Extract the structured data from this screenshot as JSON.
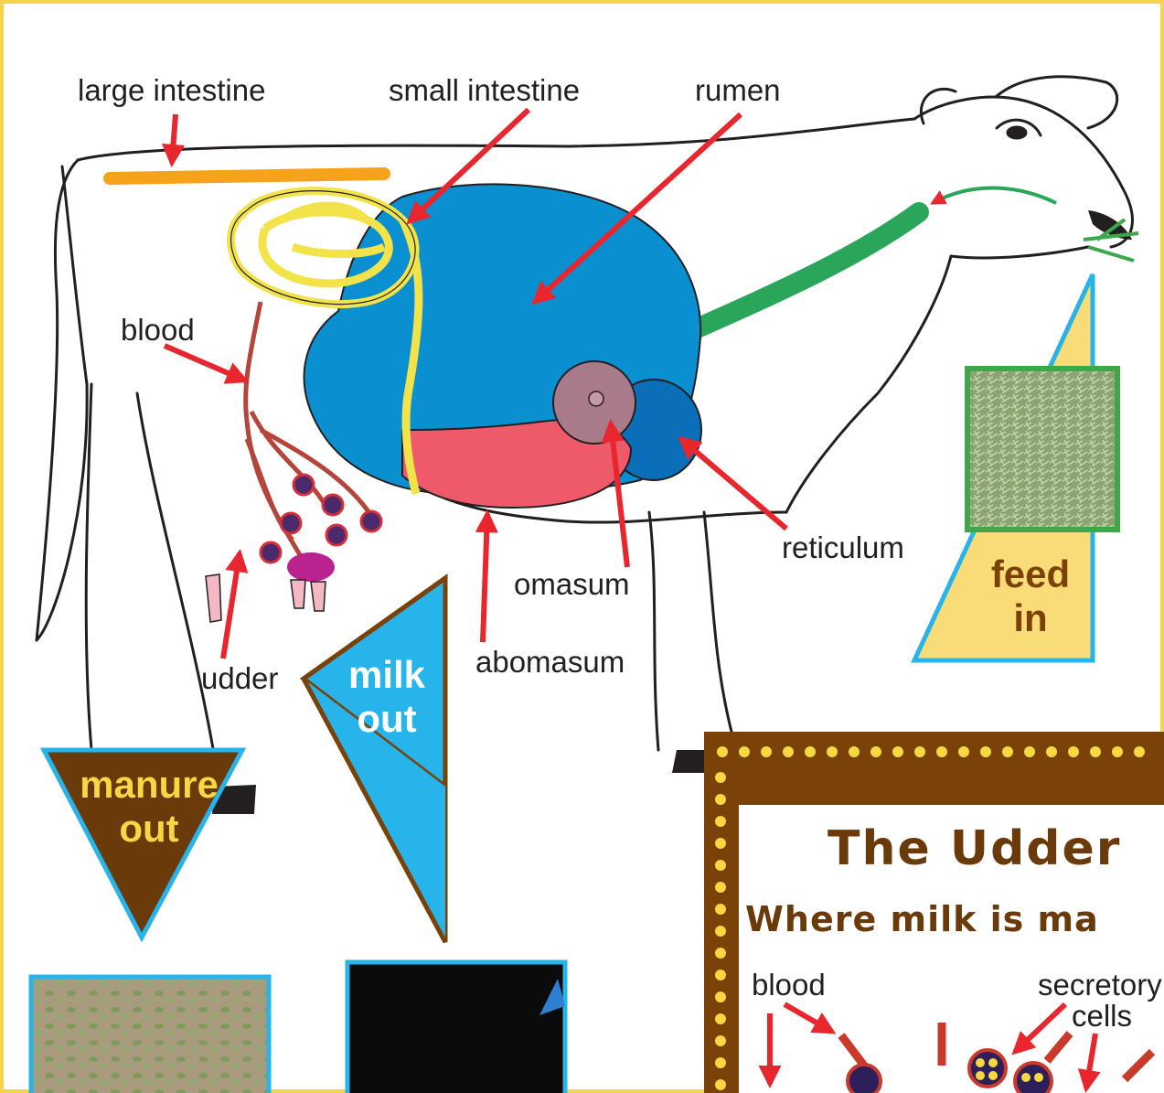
{
  "colors": {
    "frame": "#f5d34a",
    "rumen": "#0a8fd0",
    "intestine_small": "#f2e34b",
    "intestine_large": "#f7a21b",
    "abomasum": "#ef5a6a",
    "omasum": "#a87a8a",
    "reticulum": "#0a6fb8",
    "esophagus": "#2aa65a",
    "blood": "#b5443a",
    "arrow": "#e8262d",
    "milk_triangle": "#26b4ea",
    "manure_triangle": "#6b3a0a",
    "feed_triangle": "#f9dc78",
    "panel_brown": "#7a4208",
    "panel_dots": "#f6d842"
  },
  "labels": {
    "large_intestine": "large intestine",
    "small_intestine": "small intestine",
    "rumen": "rumen",
    "blood": "blood",
    "reticulum": "reticulum",
    "omasum": "omasum",
    "abomasum": "abomasum",
    "udder": "udder"
  },
  "callouts": {
    "feed": [
      "feed",
      "in"
    ],
    "milk": [
      "milk",
      "out"
    ],
    "manure": [
      "manure",
      "out"
    ]
  },
  "udder_panel": {
    "title": "The Udder",
    "subtitle": "Where milk is ma",
    "labels": {
      "blood": "blood",
      "secretory": "secretory",
      "cells": "cells"
    }
  }
}
